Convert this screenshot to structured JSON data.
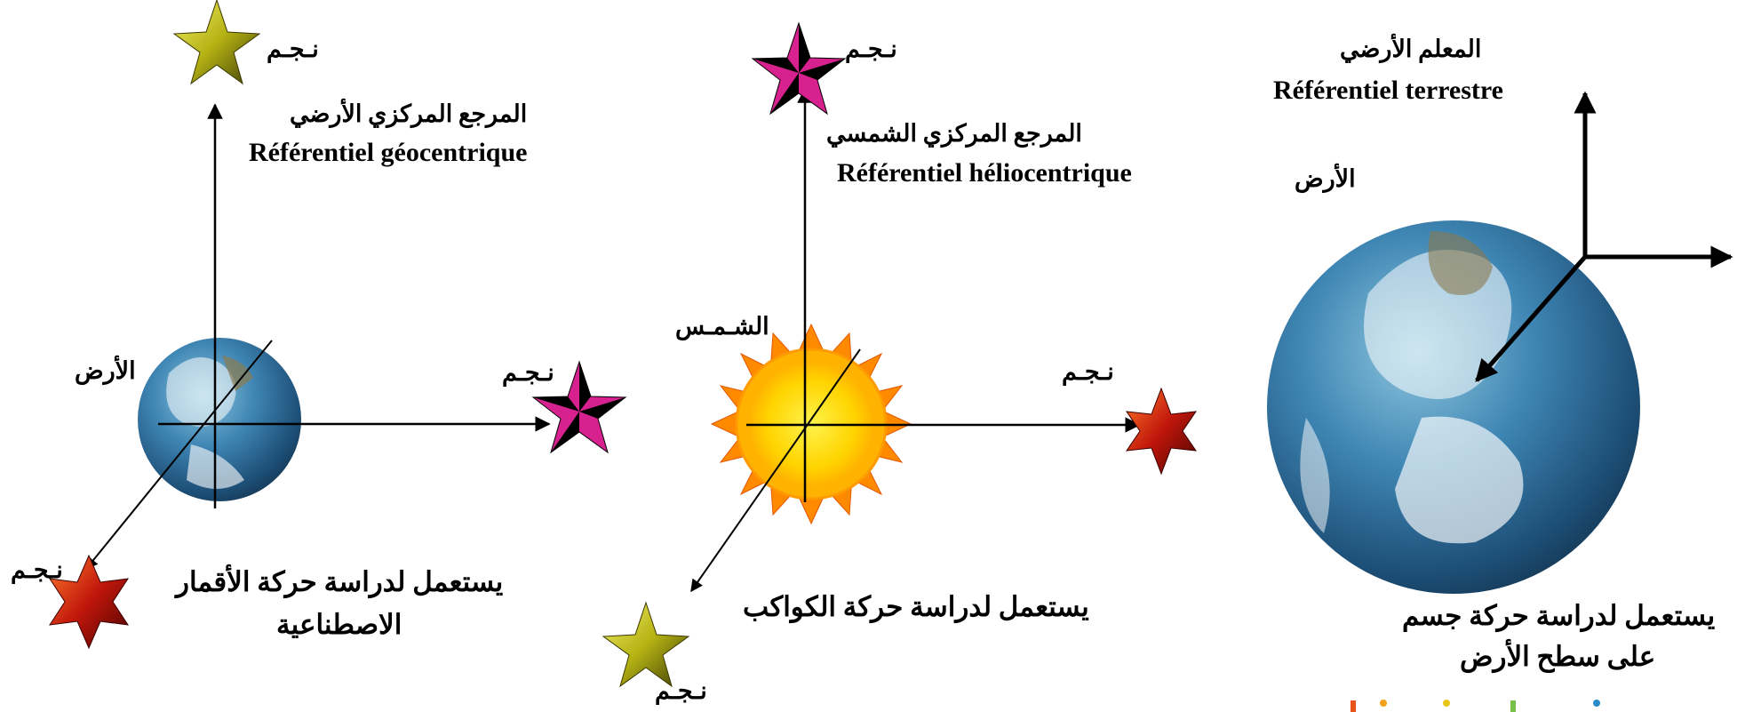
{
  "panels": {
    "geocentric": {
      "title_ar": "المرجع المركزي الأرضي",
      "title_fr": "Référentiel géocentrique",
      "center_label": "الأرض",
      "star_top": "نـجـم",
      "star_right": "نـجـم",
      "star_bottom": "نـجـم",
      "usage_line1": "يستعمل لدراسة حركة الأقمار",
      "usage_line2": "الاصطناعية"
    },
    "heliocentric": {
      "title_ar": "المرجع المركزي الشمسي",
      "title_fr": "Référentiel héliocentrique",
      "center_label": "الشـمـس",
      "star_top": "نـجـم",
      "star_right": "نـجـم",
      "star_bottom": "نـجـم",
      "usage": "يستعمل لدراسة حركة الكواكب"
    },
    "terrestrial": {
      "title_ar": "المعلم الأرضي",
      "title_fr": "Référentiel terrestre",
      "earth_label": "الأرض",
      "usage_line1": "يستعمل لدراسة حركة جسم",
      "usage_line2": "على سطح الأرض"
    }
  },
  "colors": {
    "star_olive": "#b5b214",
    "star_magenta": "#d6218f",
    "star_red": "#c0160b",
    "sun": "#ffcc00",
    "sun_rays": "#ff8a00",
    "earth_ocean": "#2a6f9e"
  }
}
